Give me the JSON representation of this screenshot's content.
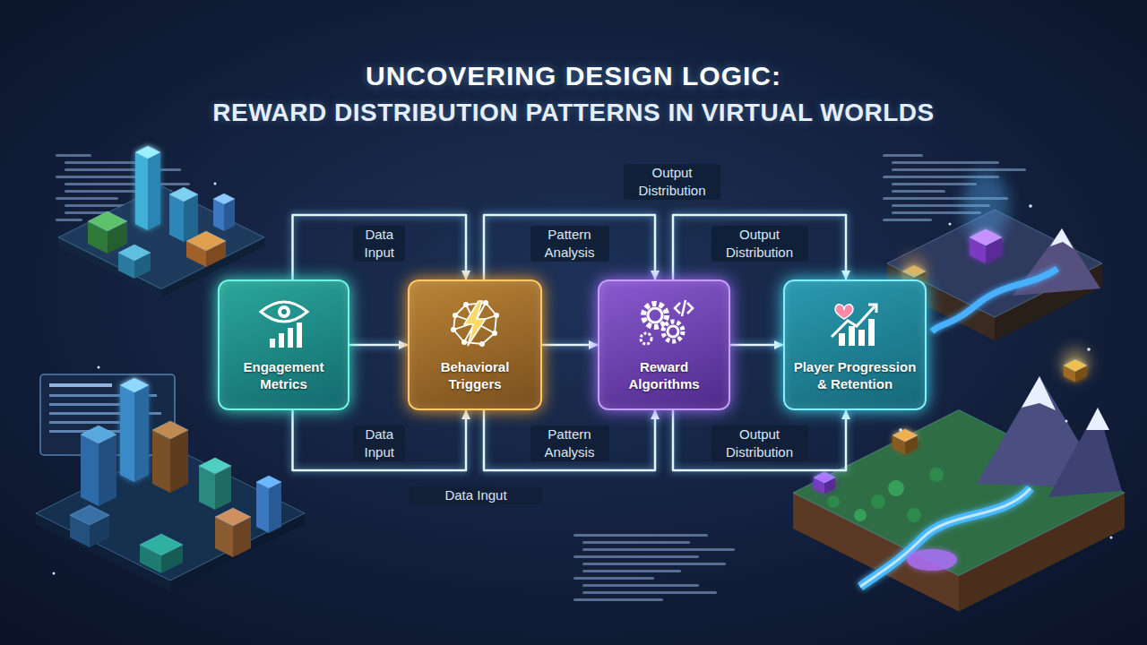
{
  "diagram": {
    "title": "UNCOVERING DESIGN LOGIC:",
    "nodes": [
      {
        "text": [
          "Engagement Metrics"
        ]
      },
      {
        "text": [
          "Behavioral Triggers"
        ]
      },
      {
        "text": [
          "Reward Algorithms"
        ]
      },
      {
        "text": [
          "Player Progression & Retention"
        ]
      }
    ],
    "edges": [
      {
        "from": 0,
        "to": 1,
        "arrow": "to"
      },
      {
        "from": 1,
        "to": 2,
        "arrow": "to"
      },
      {
        "from": 2,
        "to": 3,
        "arrow": "to"
      },
      {
        "from": 0,
        "to": 1,
        "label": "Data Input",
        "arrow": "to"
      },
      {
        "from": 1,
        "to": 2,
        "label": "Pattern Analysis",
        "arrow": "to"
      },
      {
        "from": 2,
        "to": 3,
        "label": "Output Distribution",
        "arrow": "to"
      },
      {
        "from": 0,
        "to": 1,
        "label": "Data Input",
        "arrow": "to"
      },
      {
        "from": 1,
        "to": 2,
        "label": "Pattern Analysis",
        "arrow": "to"
      },
      {
        "from": 2,
        "to": 3,
        "label": "Output Distribution",
        "arrow": "to"
      }
    ],
    "labels": [
      "REWARD DISTRIBUTION PATTERNS IN VIRTUAL WORLDS",
      "Output Distribution",
      "Data Ingut"
    ]
  }
}
